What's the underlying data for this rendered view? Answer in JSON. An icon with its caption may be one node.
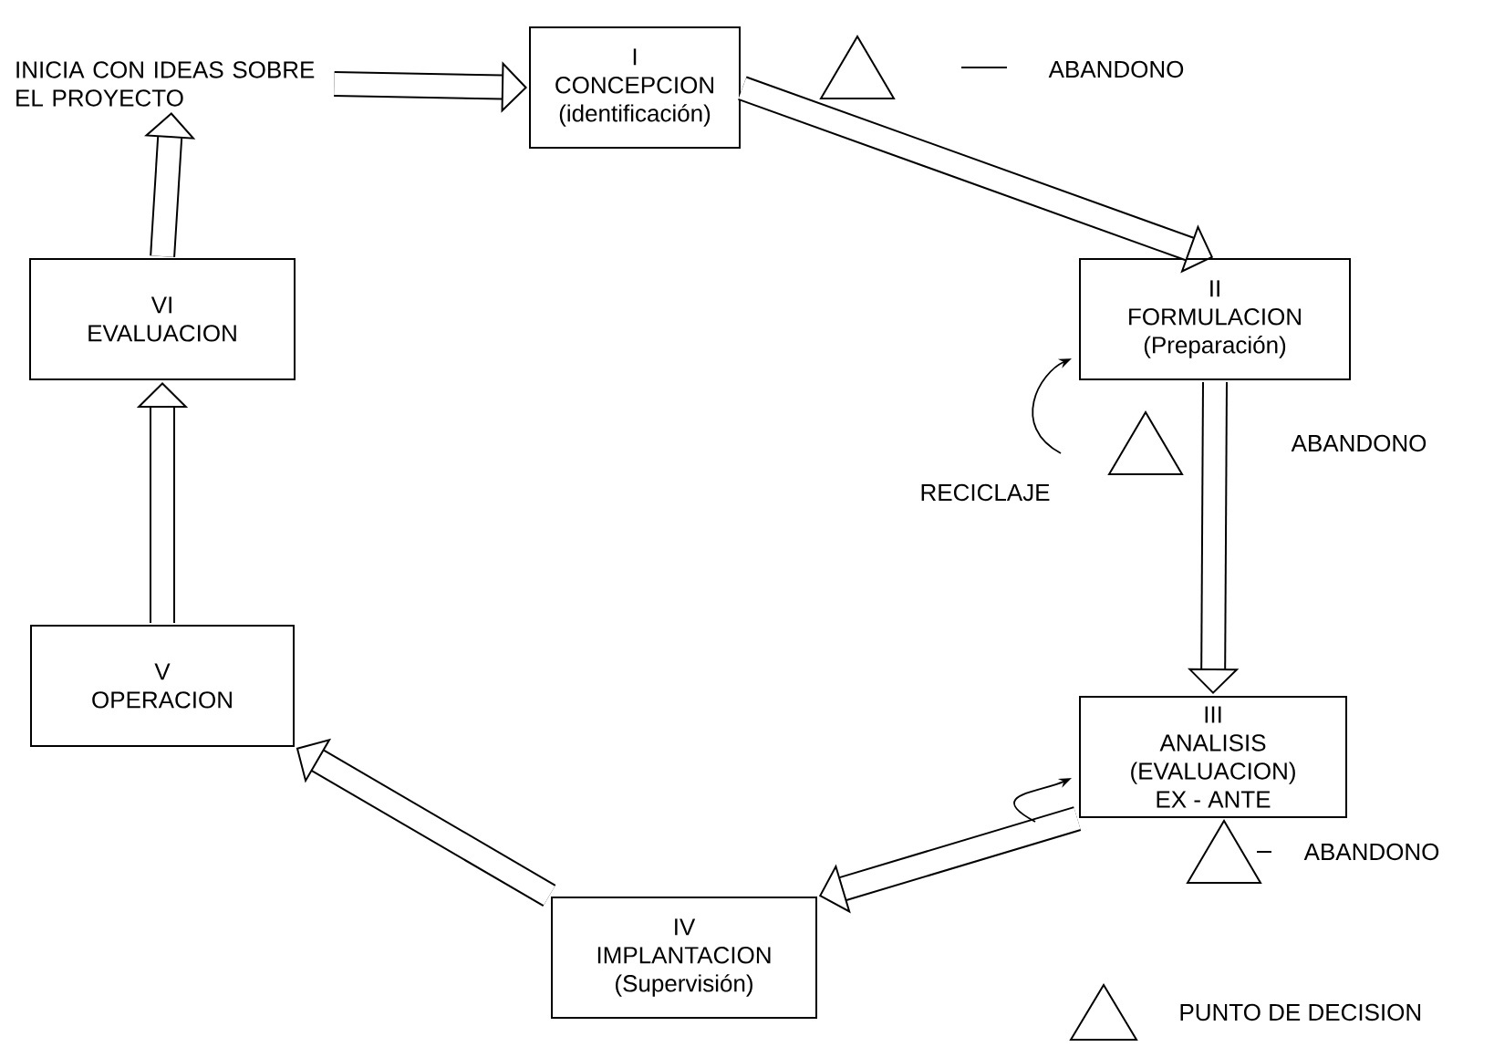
{
  "diagram": {
    "nodes": [
      {
        "text": [
          "INICIA CON IDEAS SOBRE EL PROYECTO"
        ]
      },
      {
        "text": [
          "I",
          "CONCEPCION",
          "(identificación)"
        ]
      },
      {
        "text": [
          "II",
          "FORMULACION",
          "(Preparación)"
        ]
      },
      {
        "text": [
          "III",
          "ANALISIS",
          "(EVALUACION)",
          "EX - ANTE"
        ]
      },
      {
        "text": [
          "IV",
          "IMPLANTACION",
          "(Supervisión)"
        ]
      },
      {
        "text": [
          "V",
          "OPERACION"
        ]
      },
      {
        "text": [
          "VI",
          "EVALUACION"
        ]
      }
    ],
    "edges": [
      {
        "from": 0,
        "to": 1,
        "arrow": "to"
      },
      {
        "from": 1,
        "to": 2,
        "arrow": "to"
      },
      {
        "from": 2,
        "to": 3,
        "arrow": "to"
      },
      {
        "from": 3,
        "to": 4,
        "arrow": "to"
      },
      {
        "from": 4,
        "to": 5,
        "arrow": "to"
      },
      {
        "from": 5,
        "to": 6,
        "arrow": "to"
      },
      {
        "from": 6,
        "to": 0,
        "arrow": "to"
      },
      {
        "from": null,
        "to": 2,
        "arrow": "to"
      },
      {
        "from": null,
        "to": 3,
        "arrow": "to"
      }
    ],
    "labels": [
      "ABANDONO",
      "ABANDONO",
      "RECICLAJE",
      "ABANDONO"
    ],
    "legend": [
      {
        "text": "PUNTO DE DECISION"
      }
    ]
  }
}
